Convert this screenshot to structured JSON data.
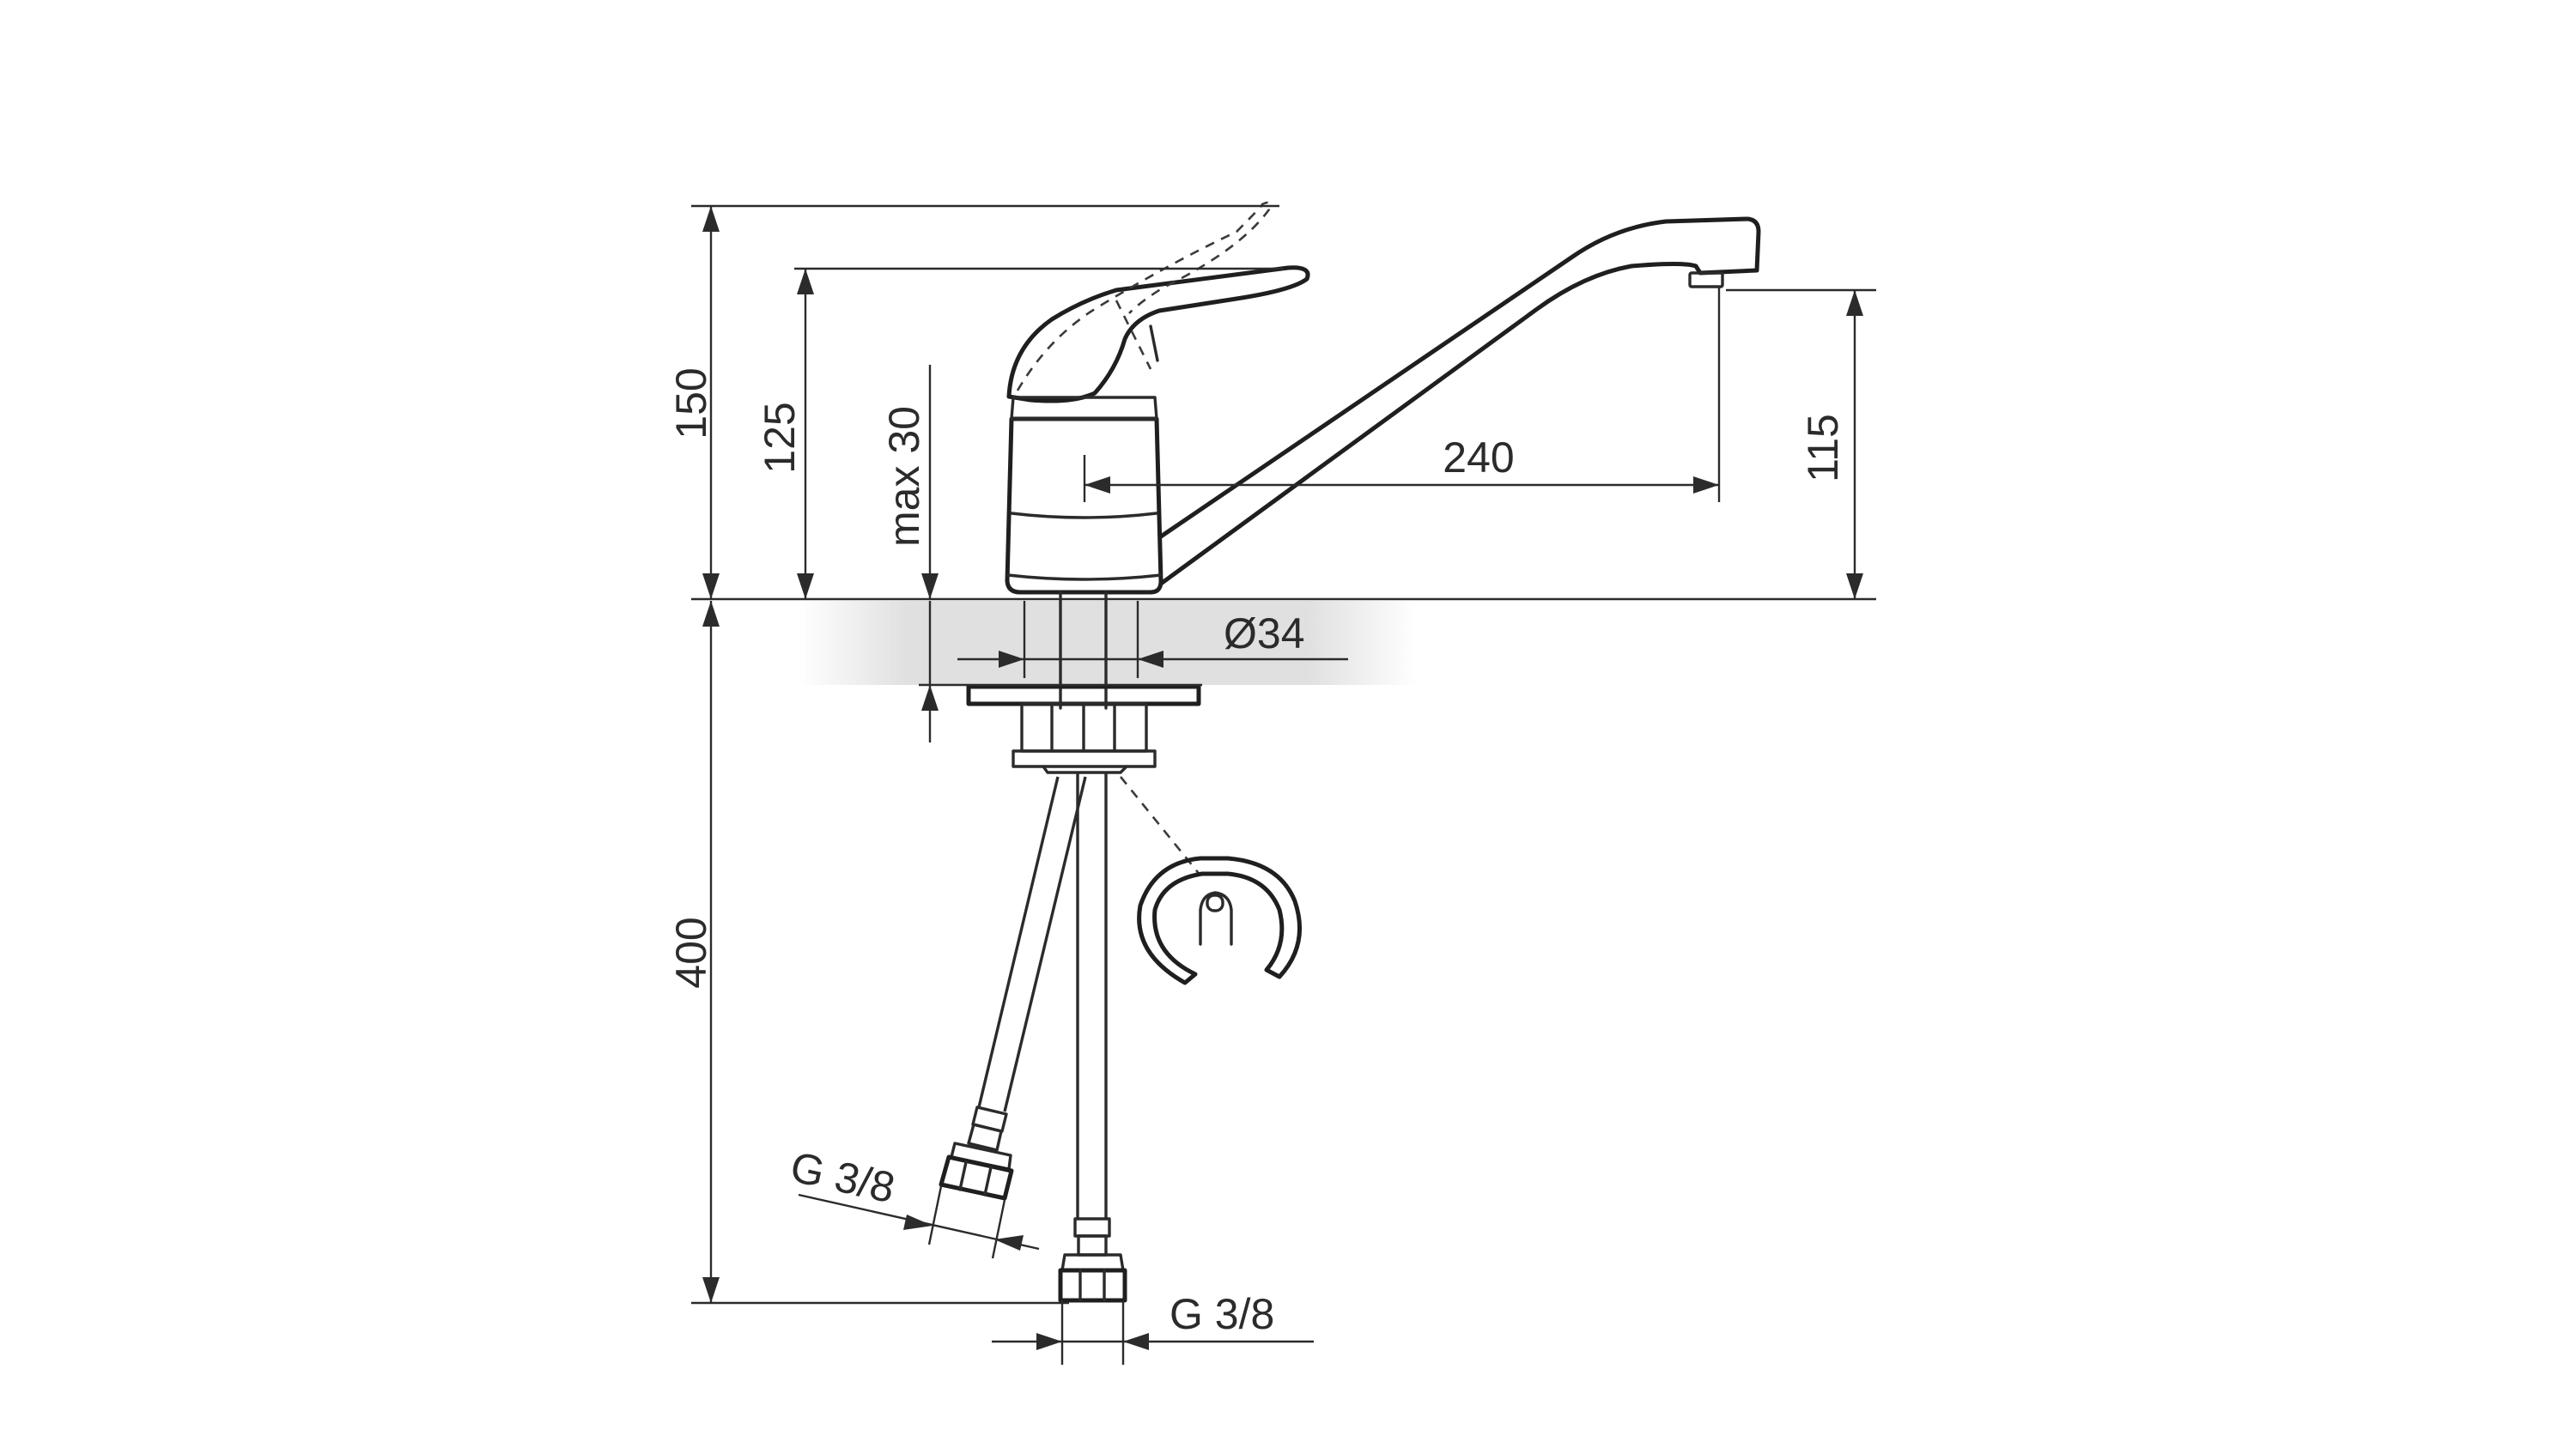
{
  "dimensions": {
    "total_height": "150",
    "lever_height": "125",
    "max_thickness": "max 30",
    "spout_reach": "240",
    "spout_height": "115",
    "hole_diameter": "Ø34",
    "hose_length": "400",
    "hose_thread_left": "G 3/8",
    "hose_thread_right": "G 3/8"
  }
}
